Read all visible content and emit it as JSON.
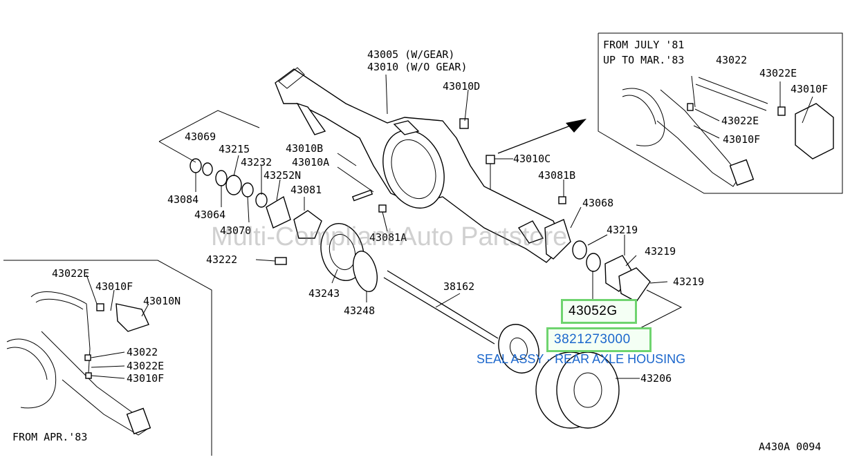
{
  "diagram": {
    "notes": {
      "top_right_line1": "FROM JULY '81",
      "top_right_line2": "UP TO MAR.'83",
      "bottom_left": "FROM APR.'83"
    },
    "drawing_code": "A430A 0094",
    "watermark": "Multi-Compliant Auto Partstore",
    "highlight": {
      "ref_label": "43052G",
      "part_number": "3821273000",
      "description": "SEAL ASSY - REAR AXLE HOUSING",
      "box_color": "#6fd46f",
      "link_color": "#1a66cc"
    },
    "labels": {
      "l43005": "43005 (W/GEAR)",
      "l43010": "43010 (W/O GEAR)",
      "l43010D": "43010D",
      "l43069": "43069",
      "l43215": "43215",
      "l43010B": "43010B",
      "l43010A": "43010A",
      "l43232": "43232",
      "l43252N": "43252N",
      "l43081": "43081",
      "l43084": "43084",
      "l43064": "43064",
      "l43070": "43070",
      "l43081A": "43081A",
      "l43222": "43222",
      "l43243": "43243",
      "l43248": "43248",
      "l38162": "38162",
      "l43010C": "43010C",
      "l43081B": "43081B",
      "l43068": "43068",
      "l43219a": "43219",
      "l43219b": "43219",
      "l43219c": "43219",
      "l43206": "43206",
      "tr43022": "43022",
      "tr43022E_a": "43022E",
      "tr43010F_a": "43010F",
      "tr43022E_b": "43022E",
      "tr43010F_b": "43010F",
      "bl43022E": "43022E",
      "bl43010F": "43010F",
      "bl43010N": "43010N",
      "bl43022": "43022",
      "bl43022E_b": "43022E",
      "bl43010F_b": "43010F"
    }
  }
}
